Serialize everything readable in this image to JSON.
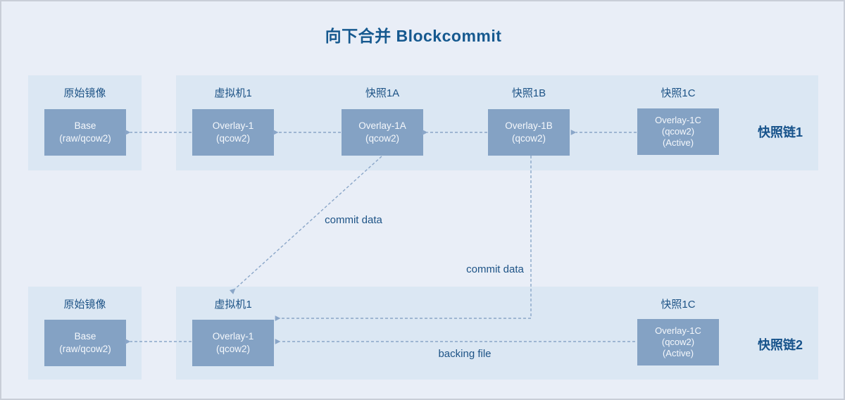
{
  "title": "向下合并 Blockcommit",
  "origin_top": {
    "label": "原始镜像",
    "box": [
      "Base",
      "(raw/qcow2)"
    ]
  },
  "origin_bottom": {
    "label": "原始镜像",
    "box": [
      "Base",
      "(raw/qcow2)"
    ]
  },
  "chain1": {
    "label": "快照链1",
    "nodes": [
      {
        "label": "虚拟机1",
        "box": [
          "Overlay-1",
          "(qcow2)"
        ]
      },
      {
        "label": "快照1A",
        "box": [
          "Overlay-1A",
          "(qcow2)"
        ]
      },
      {
        "label": "快照1B",
        "box": [
          "Overlay-1B",
          "(qcow2)"
        ]
      },
      {
        "label": "快照1C",
        "box": [
          "Overlay-1C",
          "(qcow2)",
          "(Active)"
        ]
      }
    ]
  },
  "chain2": {
    "label": "快照链2",
    "nodes": [
      {
        "label": "虚拟机1",
        "box": [
          "Overlay-1",
          "(qcow2)"
        ]
      },
      {
        "label": "快照1C",
        "box": [
          "Overlay-1C",
          "(qcow2)",
          "(Active)"
        ]
      }
    ]
  },
  "annotations": {
    "commit1": "commit data",
    "commit2": "commit data",
    "backing": "backing file"
  },
  "colors": {
    "page_background": "#e9eef7",
    "panel_fill": "#dbe7f3",
    "node_fill": "#84a2c4",
    "node_text": "#f5f8fc",
    "title_text": "#16598f",
    "label_text": "#1d5386",
    "dash_line": "#8aa6c8"
  }
}
